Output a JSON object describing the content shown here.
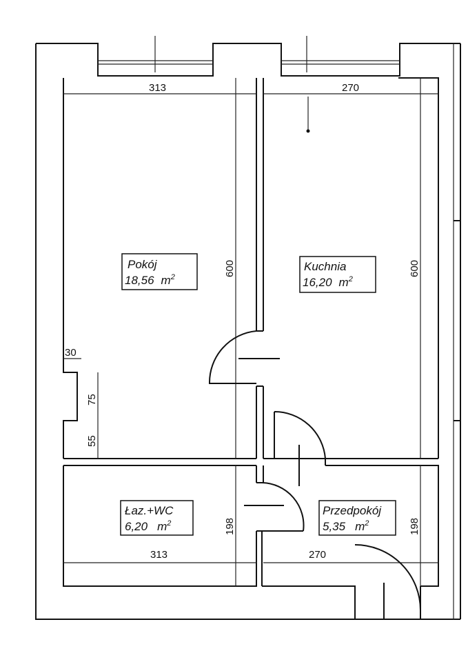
{
  "rooms": [
    {
      "name": "Pokój",
      "area": "18,56"
    },
    {
      "name": "Kuchnia",
      "area": "16,20"
    },
    {
      "name": "Łaz.+WC",
      "area": "6,20"
    },
    {
      "name": "Przedpokój",
      "area": "5,35"
    }
  ],
  "area_unit": "m",
  "area_unit_exp": "2",
  "dimensions": {
    "pokoj_width": "313",
    "kuchnia_width": "270",
    "pokoj_height": "600",
    "kuchnia_height": "600",
    "recess_depth": "30",
    "recess_height": "75",
    "recess_bottom": "55",
    "lazienka_height": "198",
    "przedpokoj_height": "198",
    "lazienka_width": "313",
    "przedpokoj_width": "270"
  }
}
